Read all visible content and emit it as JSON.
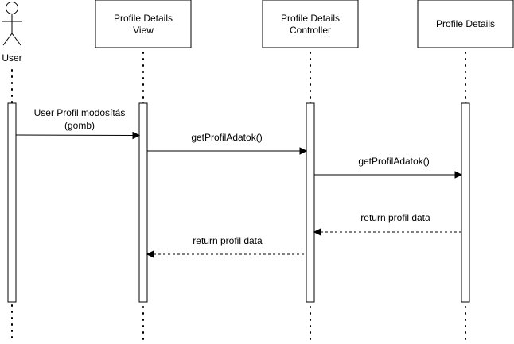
{
  "colors": {
    "stroke": "#000000",
    "background": "#ffffff"
  },
  "actor": {
    "label": "User"
  },
  "participants": [
    {
      "id": "view",
      "label_lines": [
        "Profile Details",
        "View"
      ]
    },
    {
      "id": "controller",
      "label_lines": [
        "Profile Details",
        "Controller"
      ]
    },
    {
      "id": "details",
      "label_lines": [
        "Profile Details"
      ]
    }
  ],
  "messages": [
    {
      "from": "user",
      "to": "view",
      "label_lines": [
        "User Profil modosítás",
        "(gomb)"
      ],
      "style": "solid"
    },
    {
      "from": "view",
      "to": "controller",
      "label_lines": [
        "getProfilAdatok()"
      ],
      "style": "solid"
    },
    {
      "from": "controller",
      "to": "details",
      "label_lines": [
        "getProfilAdatok()"
      ],
      "style": "solid"
    },
    {
      "from": "details",
      "to": "controller",
      "label_lines": [
        "return profil data"
      ],
      "style": "dashed"
    },
    {
      "from": "controller",
      "to": "view",
      "label_lines": [
        "return profil data"
      ],
      "style": "dashed"
    }
  ]
}
